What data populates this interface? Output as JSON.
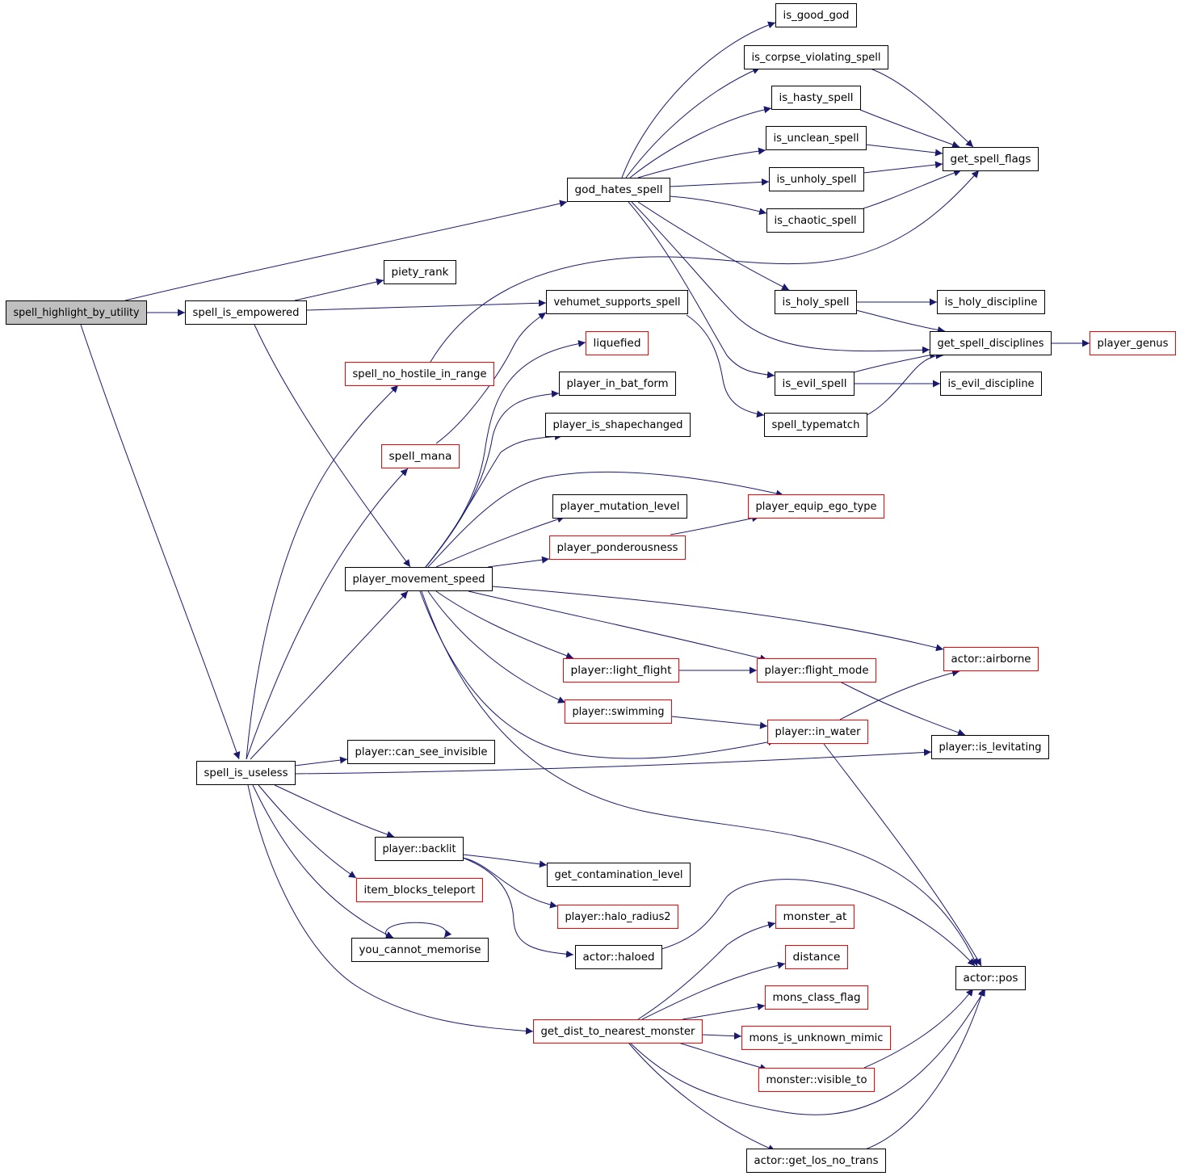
{
  "colors": {
    "edge": "#191970",
    "border_normal": "#000000",
    "border_highlight": "#ff0000",
    "root_fill": "#bfbfbf",
    "node_fill": "#ffffff"
  },
  "nodes": [
    {
      "id": "spell_highlight_by_utility",
      "label": "spell_highlight_by_utility",
      "style": "root"
    },
    {
      "id": "spell_is_empowered",
      "label": "spell_is_empowered",
      "style": "normal"
    },
    {
      "id": "piety_rank",
      "label": "piety_rank",
      "style": "normal"
    },
    {
      "id": "vehumet_supports_spell",
      "label": "vehumet_supports_spell",
      "style": "normal"
    },
    {
      "id": "god_hates_spell",
      "label": "god_hates_spell",
      "style": "normal"
    },
    {
      "id": "is_good_god",
      "label": "is_good_god",
      "style": "normal"
    },
    {
      "id": "is_corpse_violating_spell",
      "label": "is_corpse_violating_spell",
      "style": "normal"
    },
    {
      "id": "is_hasty_spell",
      "label": "is_hasty_spell",
      "style": "normal"
    },
    {
      "id": "is_unclean_spell",
      "label": "is_unclean_spell",
      "style": "normal"
    },
    {
      "id": "is_unholy_spell",
      "label": "is_unholy_spell",
      "style": "normal"
    },
    {
      "id": "is_chaotic_spell",
      "label": "is_chaotic_spell",
      "style": "normal"
    },
    {
      "id": "get_spell_flags",
      "label": "get_spell_flags",
      "style": "normal"
    },
    {
      "id": "is_holy_spell",
      "label": "is_holy_spell",
      "style": "normal"
    },
    {
      "id": "is_holy_discipline",
      "label": "is_holy_discipline",
      "style": "normal"
    },
    {
      "id": "get_spell_disciplines",
      "label": "get_spell_disciplines",
      "style": "normal"
    },
    {
      "id": "player_genus",
      "label": "player_genus",
      "style": "red"
    },
    {
      "id": "is_evil_spell",
      "label": "is_evil_spell",
      "style": "normal"
    },
    {
      "id": "is_evil_discipline",
      "label": "is_evil_discipline",
      "style": "normal"
    },
    {
      "id": "spell_typematch",
      "label": "spell_typematch",
      "style": "normal"
    },
    {
      "id": "liquefied",
      "label": "liquefied",
      "style": "red"
    },
    {
      "id": "spell_no_hostile_in_range",
      "label": "spell_no_hostile_in_range",
      "style": "red"
    },
    {
      "id": "player_in_bat_form",
      "label": "player_in_bat_form",
      "style": "normal"
    },
    {
      "id": "player_is_shapechanged",
      "label": "player_is_shapechanged",
      "style": "normal"
    },
    {
      "id": "spell_mana",
      "label": "spell_mana",
      "style": "red"
    },
    {
      "id": "player_mutation_level",
      "label": "player_mutation_level",
      "style": "normal"
    },
    {
      "id": "player_equip_ego_type",
      "label": "player_equip_ego_type",
      "style": "red"
    },
    {
      "id": "player_ponderousness",
      "label": "player_ponderousness",
      "style": "red"
    },
    {
      "id": "player_movement_speed",
      "label": "player_movement_speed",
      "style": "normal"
    },
    {
      "id": "actor_airborne",
      "label": "actor::airborne",
      "style": "red"
    },
    {
      "id": "player_light_flight",
      "label": "player::light_flight",
      "style": "red"
    },
    {
      "id": "player_flight_mode",
      "label": "player::flight_mode",
      "style": "red"
    },
    {
      "id": "player_swimming",
      "label": "player::swimming",
      "style": "red"
    },
    {
      "id": "player_in_water",
      "label": "player::in_water",
      "style": "red"
    },
    {
      "id": "player_is_levitating",
      "label": "player::is_levitating",
      "style": "normal"
    },
    {
      "id": "player_can_see_invisible",
      "label": "player::can_see_invisible",
      "style": "normal"
    },
    {
      "id": "spell_is_useless",
      "label": "spell_is_useless",
      "style": "normal"
    },
    {
      "id": "player_backlit",
      "label": "player::backlit",
      "style": "normal"
    },
    {
      "id": "get_contamination_level",
      "label": "get_contamination_level",
      "style": "normal"
    },
    {
      "id": "item_blocks_teleport",
      "label": "item_blocks_teleport",
      "style": "red"
    },
    {
      "id": "player_halo_radius2",
      "label": "player::halo_radius2",
      "style": "red"
    },
    {
      "id": "you_cannot_memorise",
      "label": "you_cannot_memorise",
      "style": "normal"
    },
    {
      "id": "actor_haloed",
      "label": "actor::haloed",
      "style": "normal"
    },
    {
      "id": "monster_at",
      "label": "monster_at",
      "style": "red"
    },
    {
      "id": "distance",
      "label": "distance",
      "style": "red"
    },
    {
      "id": "actor_pos",
      "label": "actor::pos",
      "style": "normal"
    },
    {
      "id": "mons_class_flag",
      "label": "mons_class_flag",
      "style": "red"
    },
    {
      "id": "get_dist_to_nearest_monster",
      "label": "get_dist_to_nearest_monster",
      "style": "red"
    },
    {
      "id": "mons_is_unknown_mimic",
      "label": "mons_is_unknown_mimic",
      "style": "red"
    },
    {
      "id": "monster_visible_to",
      "label": "monster::visible_to",
      "style": "red"
    },
    {
      "id": "actor_get_los_no_trans",
      "label": "actor::get_los_no_trans",
      "style": "normal"
    }
  ],
  "edges": [
    {
      "from": "spell_highlight_by_utility",
      "to": "spell_is_empowered"
    },
    {
      "from": "spell_highlight_by_utility",
      "to": "god_hates_spell"
    },
    {
      "from": "spell_highlight_by_utility",
      "to": "spell_is_useless"
    },
    {
      "from": "spell_is_empowered",
      "to": "piety_rank"
    },
    {
      "from": "spell_is_empowered",
      "to": "vehumet_supports_spell"
    },
    {
      "from": "spell_is_empowered",
      "to": "player_movement_speed"
    },
    {
      "from": "god_hates_spell",
      "to": "is_good_god"
    },
    {
      "from": "god_hates_spell",
      "to": "is_corpse_violating_spell"
    },
    {
      "from": "god_hates_spell",
      "to": "is_hasty_spell"
    },
    {
      "from": "god_hates_spell",
      "to": "is_unclean_spell"
    },
    {
      "from": "god_hates_spell",
      "to": "is_unholy_spell"
    },
    {
      "from": "god_hates_spell",
      "to": "is_chaotic_spell"
    },
    {
      "from": "god_hates_spell",
      "to": "is_holy_spell"
    },
    {
      "from": "god_hates_spell",
      "to": "get_spell_disciplines"
    },
    {
      "from": "god_hates_spell",
      "to": "is_evil_spell"
    },
    {
      "from": "is_corpse_violating_spell",
      "to": "get_spell_flags"
    },
    {
      "from": "is_hasty_spell",
      "to": "get_spell_flags"
    },
    {
      "from": "is_unclean_spell",
      "to": "get_spell_flags"
    },
    {
      "from": "is_unholy_spell",
      "to": "get_spell_flags"
    },
    {
      "from": "is_chaotic_spell",
      "to": "get_spell_flags"
    },
    {
      "from": "is_holy_spell",
      "to": "is_holy_discipline"
    },
    {
      "from": "is_holy_spell",
      "to": "get_spell_disciplines"
    },
    {
      "from": "is_evil_spell",
      "to": "is_evil_discipline"
    },
    {
      "from": "is_evil_spell",
      "to": "get_spell_disciplines"
    },
    {
      "from": "get_spell_disciplines",
      "to": "player_genus"
    },
    {
      "from": "vehumet_supports_spell",
      "to": "spell_typematch"
    },
    {
      "from": "spell_typematch",
      "to": "get_spell_disciplines"
    },
    {
      "from": "spell_no_hostile_in_range",
      "to": "get_spell_flags"
    },
    {
      "from": "spell_mana",
      "to": "vehumet_supports_spell"
    },
    {
      "from": "player_movement_speed",
      "to": "liquefied"
    },
    {
      "from": "player_movement_speed",
      "to": "player_in_bat_form"
    },
    {
      "from": "player_movement_speed",
      "to": "player_is_shapechanged"
    },
    {
      "from": "player_movement_speed",
      "to": "player_mutation_level"
    },
    {
      "from": "player_movement_speed",
      "to": "player_equip_ego_type"
    },
    {
      "from": "player_movement_speed",
      "to": "player_ponderousness"
    },
    {
      "from": "player_movement_speed",
      "to": "actor_airborne"
    },
    {
      "from": "player_movement_speed",
      "to": "player_light_flight"
    },
    {
      "from": "player_movement_speed",
      "to": "player_flight_mode"
    },
    {
      "from": "player_movement_speed",
      "to": "player_swimming"
    },
    {
      "from": "player_movement_speed",
      "to": "player_in_water"
    },
    {
      "from": "player_movement_speed",
      "to": "actor_pos"
    },
    {
      "from": "player_ponderousness",
      "to": "player_equip_ego_type"
    },
    {
      "from": "player_light_flight",
      "to": "player_flight_mode"
    },
    {
      "from": "player_flight_mode",
      "to": "player_is_levitating"
    },
    {
      "from": "player_swimming",
      "to": "player_in_water"
    },
    {
      "from": "player_in_water",
      "to": "actor_airborne"
    },
    {
      "from": "player_in_water",
      "to": "actor_pos"
    },
    {
      "from": "spell_is_useless",
      "to": "spell_no_hostile_in_range"
    },
    {
      "from": "spell_is_useless",
      "to": "spell_mana"
    },
    {
      "from": "spell_is_useless",
      "to": "player_movement_speed"
    },
    {
      "from": "spell_is_useless",
      "to": "player_can_see_invisible"
    },
    {
      "from": "spell_is_useless",
      "to": "player_is_levitating"
    },
    {
      "from": "spell_is_useless",
      "to": "player_backlit"
    },
    {
      "from": "spell_is_useless",
      "to": "item_blocks_teleport"
    },
    {
      "from": "spell_is_useless",
      "to": "you_cannot_memorise"
    },
    {
      "from": "spell_is_useless",
      "to": "get_dist_to_nearest_monster"
    },
    {
      "from": "player_backlit",
      "to": "get_contamination_level"
    },
    {
      "from": "player_backlit",
      "to": "player_halo_radius2"
    },
    {
      "from": "player_backlit",
      "to": "actor_haloed"
    },
    {
      "from": "you_cannot_memorise",
      "to": "you_cannot_memorise"
    },
    {
      "from": "actor_haloed",
      "to": "actor_pos"
    },
    {
      "from": "get_dist_to_nearest_monster",
      "to": "monster_at"
    },
    {
      "from": "get_dist_to_nearest_monster",
      "to": "distance"
    },
    {
      "from": "get_dist_to_nearest_monster",
      "to": "mons_class_flag"
    },
    {
      "from": "get_dist_to_nearest_monster",
      "to": "mons_is_unknown_mimic"
    },
    {
      "from": "get_dist_to_nearest_monster",
      "to": "monster_visible_to"
    },
    {
      "from": "get_dist_to_nearest_monster",
      "to": "actor_pos"
    },
    {
      "from": "get_dist_to_nearest_monster",
      "to": "actor_get_los_no_trans"
    },
    {
      "from": "monster_visible_to",
      "to": "actor_pos"
    },
    {
      "from": "actor_get_los_no_trans",
      "to": "actor_pos"
    }
  ]
}
